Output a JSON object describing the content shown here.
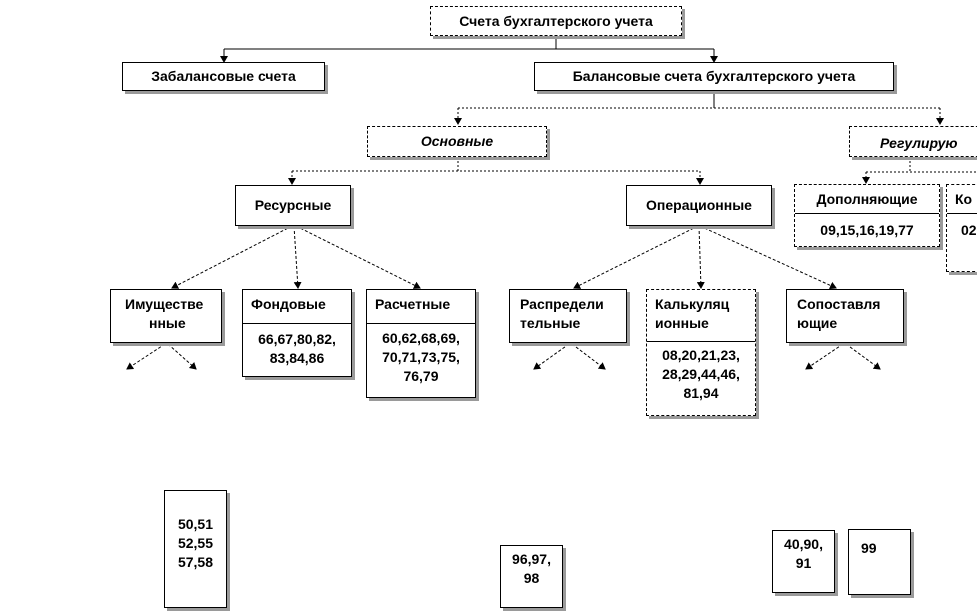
{
  "root": "Счета бухгалтерского учета",
  "off_balance": "Забалансовые счета",
  "balance": "Балансовые счета бухгалтерского учета",
  "main": "Основные",
  "regulating": "Регулирую",
  "resource": "Ресурсные",
  "operational": "Операционные",
  "additional": {
    "title": "Дополняющие",
    "codes": "09,15,16,19,77"
  },
  "contra_partial": {
    "title": "Ко",
    "codes": "02"
  },
  "property": {
    "title_line1": "Имуществе",
    "title_line2": "нные"
  },
  "fund": {
    "title": "Фондовые",
    "codes_line1": "66,67,80,82,",
    "codes_line2": "83,84,86"
  },
  "settlement": {
    "title": "Расчетные",
    "codes_line1": "60,62,68,69,",
    "codes_line2": "70,71,73,75,",
    "codes_line3": "76,79"
  },
  "distributive": {
    "title_line1": "Распредели",
    "title_line2": "тельные"
  },
  "calculating": {
    "title_line1": "Калькуляц",
    "title_line2": "ионные",
    "codes_line1": "08,20,21,23,",
    "codes_line2": "28,29,44,46,",
    "codes_line3": "81,94"
  },
  "comparing": {
    "title_line1": "Сопоставля",
    "title_line2": "ющие"
  },
  "bottom_property": {
    "line1": "50,51",
    "line2": "52,55",
    "line3": "57,58"
  },
  "bottom_distributive": {
    "line1": "96,97,",
    "line2": "98"
  },
  "bottom_compare1": {
    "line1": "40,90,",
    "line2": "91"
  },
  "bottom_compare2": {
    "line1": "99"
  }
}
